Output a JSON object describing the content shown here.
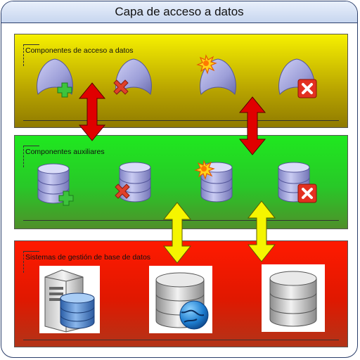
{
  "window": {
    "title": "Capa de acceso a datos"
  },
  "layers": [
    {
      "label": "Componentes de acceso a datos",
      "icons": [
        "component-add-icon",
        "component-delete-icon",
        "component-modified-icon",
        "component-error-icon"
      ]
    },
    {
      "label": "Componentes auxiliares",
      "icons": [
        "database-add-icon",
        "database-delete-icon",
        "database-modified-icon",
        "database-error-icon"
      ]
    },
    {
      "label": "Sistemas de gestión de base de datos",
      "icons": [
        "server-database-icon",
        "database-globe-icon",
        "database-icon"
      ]
    }
  ],
  "colors": {
    "layer1": "#e8d800",
    "layer2": "#22d322",
    "layer3": "#e81c00",
    "connector_red": "#e00000",
    "connector_yellow": "#f5f500"
  }
}
